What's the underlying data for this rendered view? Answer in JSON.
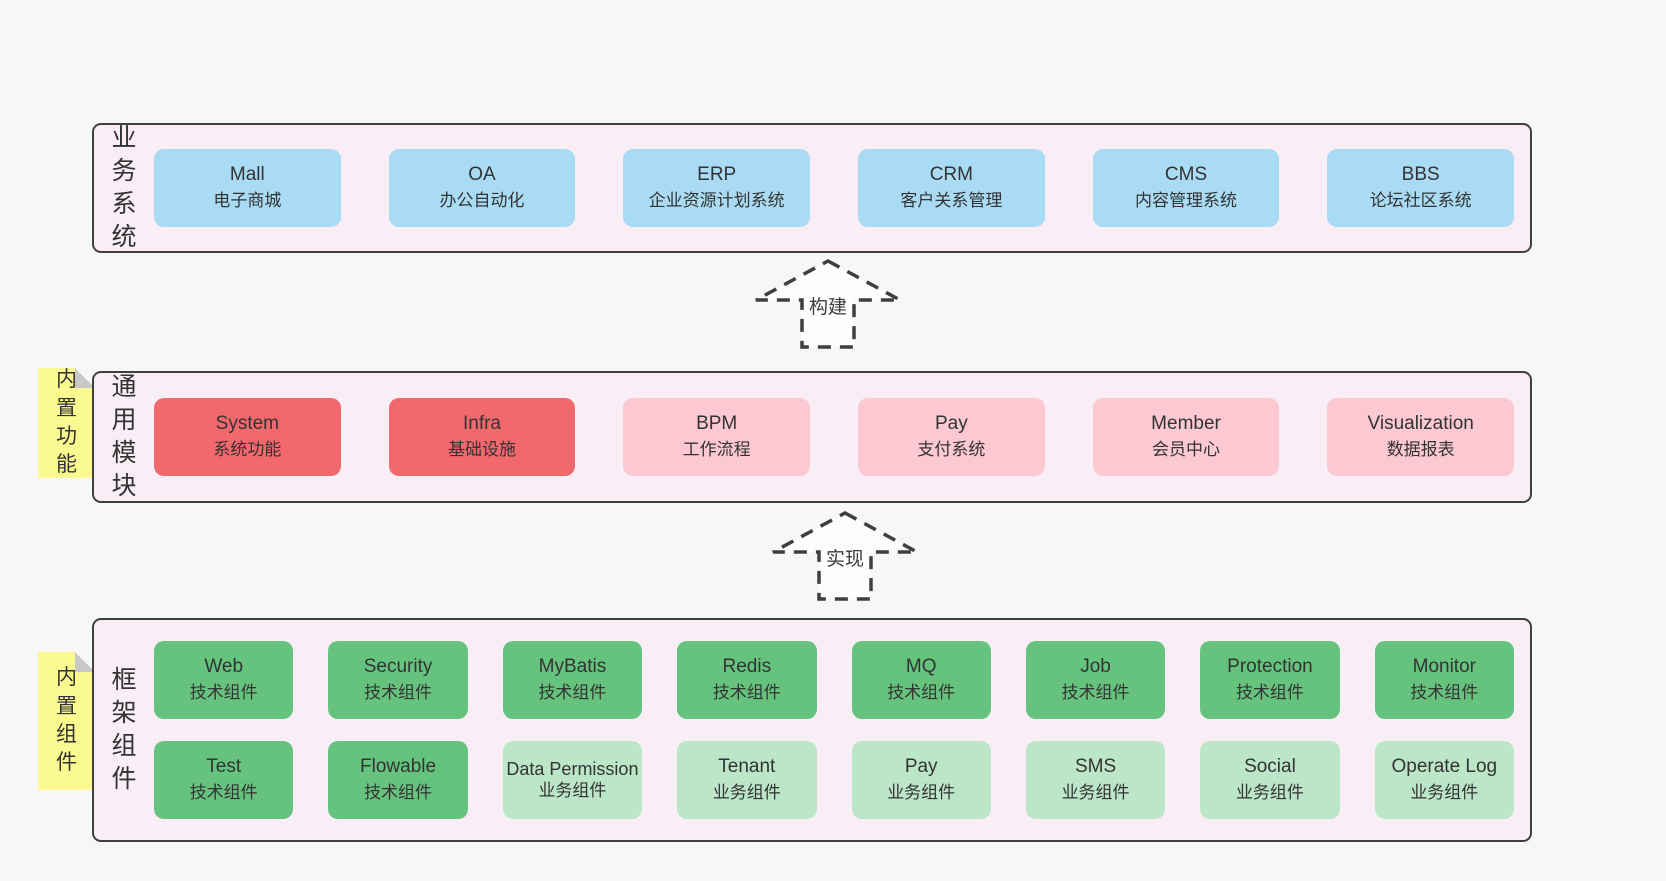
{
  "palette": {
    "page_background": "#f7f7f7",
    "band_background": "#f9edf6",
    "band_border": "#3f3f3f",
    "business_box": "#a9dcf4",
    "core_module_box": "#f2696d",
    "module_box": "#fcc9d3",
    "tech_component_box": "#65c37e",
    "biz_component_box": "#bce6c8",
    "sticky_note": "#fbfa90",
    "sticky_fold": "#c8c8c8",
    "text": "#333333"
  },
  "arrows": [
    {
      "label": "构建"
    },
    {
      "label": "实现"
    }
  ],
  "bands": [
    {
      "label": "业务系统",
      "boxes": [
        {
          "title": "Mall",
          "subtitle": "电子商城",
          "type": "blue"
        },
        {
          "title": "OA",
          "subtitle": "办公自动化",
          "type": "blue"
        },
        {
          "title": "ERP",
          "subtitle": "企业资源计划系统",
          "type": "blue"
        },
        {
          "title": "CRM",
          "subtitle": "客户关系管理",
          "type": "blue"
        },
        {
          "title": "CMS",
          "subtitle": "内容管理系统",
          "type": "blue"
        },
        {
          "title": "BBS",
          "subtitle": "论坛社区系统",
          "type": "blue"
        }
      ]
    },
    {
      "label": "通用模块",
      "sticky": "内置功能",
      "boxes": [
        {
          "title": "System",
          "subtitle": "系统功能",
          "type": "red"
        },
        {
          "title": "Infra",
          "subtitle": "基础设施",
          "type": "red"
        },
        {
          "title": "BPM",
          "subtitle": "工作流程",
          "type": "pink"
        },
        {
          "title": "Pay",
          "subtitle": "支付系统",
          "type": "pink"
        },
        {
          "title": "Member",
          "subtitle": "会员中心",
          "type": "pink"
        },
        {
          "title": "Visualization",
          "subtitle": "数据报表",
          "type": "pink"
        }
      ]
    },
    {
      "label": "框架组件",
      "sticky": "内置组件",
      "rows": [
        [
          {
            "title": "Web",
            "subtitle": "技术组件",
            "type": "green"
          },
          {
            "title": "Security",
            "subtitle": "技术组件",
            "type": "green"
          },
          {
            "title": "MyBatis",
            "subtitle": "技术组件",
            "type": "green"
          },
          {
            "title": "Redis",
            "subtitle": "技术组件",
            "type": "green"
          },
          {
            "title": "MQ",
            "subtitle": "技术组件",
            "type": "green"
          },
          {
            "title": "Job",
            "subtitle": "技术组件",
            "type": "green"
          },
          {
            "title": "Protection",
            "subtitle": "技术组件",
            "type": "green"
          },
          {
            "title": "Monitor",
            "subtitle": "技术组件",
            "type": "green"
          }
        ],
        [
          {
            "title": "Test",
            "subtitle": "技术组件",
            "type": "green"
          },
          {
            "title": "Flowable",
            "subtitle": "技术组件",
            "type": "green"
          },
          {
            "title": "Data Permission",
            "subtitle": "业务组件",
            "type": "lightgreen"
          },
          {
            "title": "Tenant",
            "subtitle": "业务组件",
            "type": "lightgreen"
          },
          {
            "title": "Pay",
            "subtitle": "业务组件",
            "type": "lightgreen"
          },
          {
            "title": "SMS",
            "subtitle": "业务组件",
            "type": "lightgreen"
          },
          {
            "title": "Social",
            "subtitle": "业务组件",
            "type": "lightgreen"
          },
          {
            "title": "Operate Log",
            "subtitle": "业务组件",
            "type": "lightgreen"
          }
        ]
      ]
    }
  ]
}
